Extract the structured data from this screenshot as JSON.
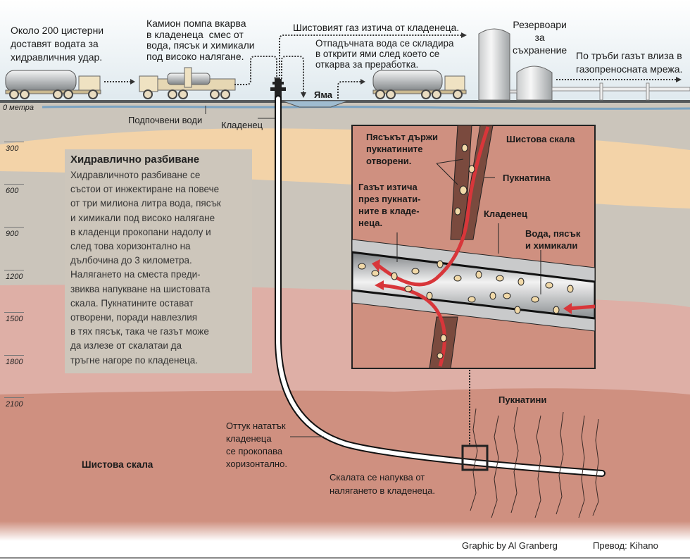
{
  "surface": {
    "tankers_caption": "Около 200 цистерни\nдоставят водата за\nхидравличния удар.",
    "pump_caption": "Камион помпа вкарва\nв кладенеца  смес от\nвода, пясък и химикали\nпод високо налягане.",
    "gas_flow_caption": "Шистовият газ изтича от кладенеца.",
    "waste_caption": "Отпадъчната вода се складира\nв открити ями след което се\nоткарва за преработка.",
    "pit_label": "Яма",
    "storage_caption": "Резервоари\nза\nсъхранение",
    "pipeline_caption": "По тръби газът влиза в\nгазопреносната мрежа."
  },
  "underground": {
    "zero_label": "0 метра",
    "groundwater_label": "Подпочвени води",
    "well_label": "Кладенец",
    "depth_ticks": [
      "300",
      "600",
      "900",
      "1200",
      "1500",
      "1800",
      "2100"
    ],
    "shale_label": "Шистова скала",
    "horizontal_caption": "Оттук нататък\nкладенеца\nсе прокопава\nхоризонтално.",
    "fracture_caption": "Скалата се напуква от\nналягането в кладенеца.",
    "fractures_label": "Пукнатини"
  },
  "infobox": {
    "title": "Хидравлично разбиване",
    "body": "Хидравличното разбиване се\nсъстои от инжектиране на повече\nот три милиона литра вода, пясък\nи химикали под високо налягане\nв кладенци прокопани  надолу и\nслед това хоризонтално на\nдълбочина до 3 километра.\nНалягането на сместа преди-\nзвиква напукване на  шистовата\nскала. Пукнатините остават\n отворени, поради навлезлия\nв тях пясък, така че газът може\nда излезе от скалатаи да\nтръгне нагоре по кладенеца."
  },
  "detail_inset": {
    "sand_caption": "Пясъкът държи\nпукнатините\nотворени.",
    "shale_label": "Шистова скала",
    "crack_label": "Пукнатина",
    "gas_caption": "Газът изтича\nпрез пукнати-\nните в кладе-\nнеца.",
    "well_label": "Кладенец",
    "mix_caption": "Вода, пясък\nи химикали"
  },
  "credits": {
    "author": "Graphic by Al Granberg",
    "translation": "Превод: Kihano"
  },
  "colors": {
    "sky": "#e6eef1",
    "ground_top": "#cbc5bb",
    "layer_sand": "#f3d3a8",
    "layer_grey": "#cdc6bb",
    "layer_pink": "#deafa6",
    "layer_shale": "#cf9080",
    "groundwater": "#7aa3c2",
    "gas_red": "#d8363a",
    "fracture_brown": "#7a4a3e",
    "sand_grain": "#f1d9a8"
  }
}
